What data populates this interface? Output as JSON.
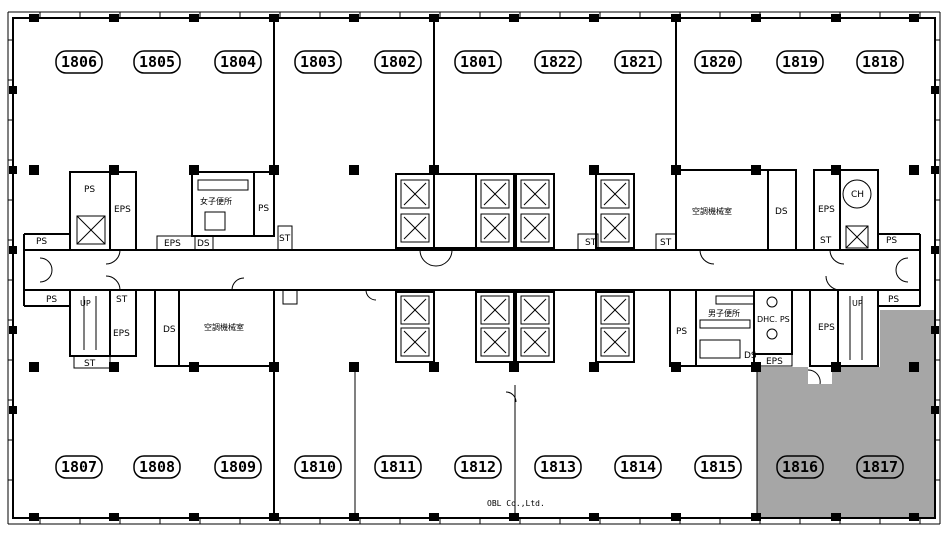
{
  "floor_plan": {
    "highlight_color": "#a6a6a6",
    "rooms_top": [
      "1806",
      "1805",
      "1804",
      "1803",
      "1802",
      "1801",
      "1822",
      "1821",
      "1820",
      "1819",
      "1818"
    ],
    "rooms_bottom": [
      "1807",
      "1808",
      "1809",
      "1810",
      "1811",
      "1812",
      "1813",
      "1814",
      "1815",
      "1816",
      "1817"
    ],
    "highlighted_rooms": [
      "1816",
      "1817"
    ],
    "service_labels": {
      "ps": "PS",
      "eps": "EPS",
      "ds": "DS",
      "st": "ST",
      "up": "UP",
      "ch": "CH",
      "dhc_ps": "DHC. PS",
      "womens_restroom": "女子便所",
      "mens_restroom": "男子便所",
      "hvac_room": "空調機械室"
    },
    "credit": "OBL Co.,Ltd."
  }
}
